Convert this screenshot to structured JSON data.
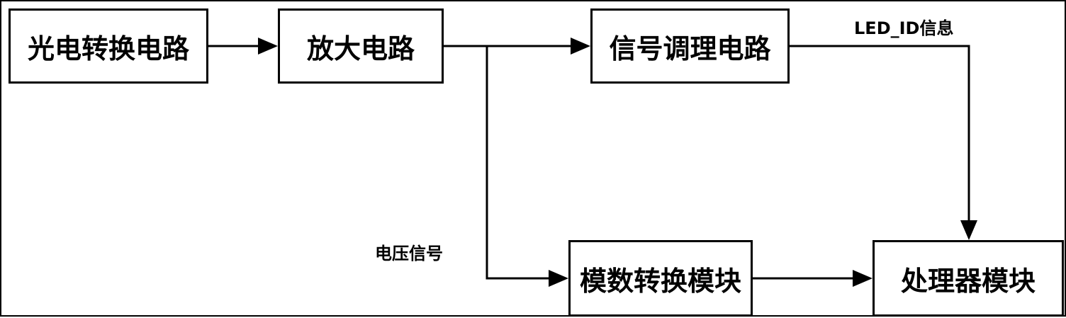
{
  "colors": {
    "background": "#ffffff",
    "foreground": "#000000"
  },
  "blocks": {
    "photoelectric": "光电转换电路",
    "amplifier": "放大电路",
    "conditioning": "信号调理电路",
    "adc": "模数转换模块",
    "processor": "处理器模块"
  },
  "edge_labels": {
    "led_id": "LED_ID信息",
    "voltage": "电压信号"
  }
}
